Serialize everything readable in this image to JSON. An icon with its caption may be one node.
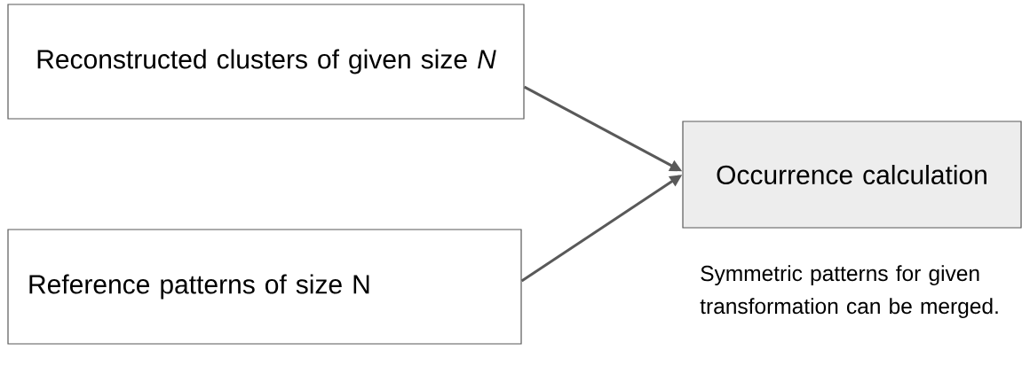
{
  "diagram": {
    "nodes": [
      {
        "text": [
          "Reconstructed clusters of given size *N*"
        ]
      },
      {
        "text": [
          "Reference patterns of size N"
        ]
      },
      {
        "text": [
          "Occurrence calculation"
        ]
      }
    ],
    "edges": [
      {
        "from": 0,
        "to": 2,
        "arrow": "to"
      },
      {
        "from": 1,
        "to": 2,
        "arrow": "to"
      }
    ],
    "labels": [
      "Symmetric patterns for given transformation can be merged."
    ]
  }
}
